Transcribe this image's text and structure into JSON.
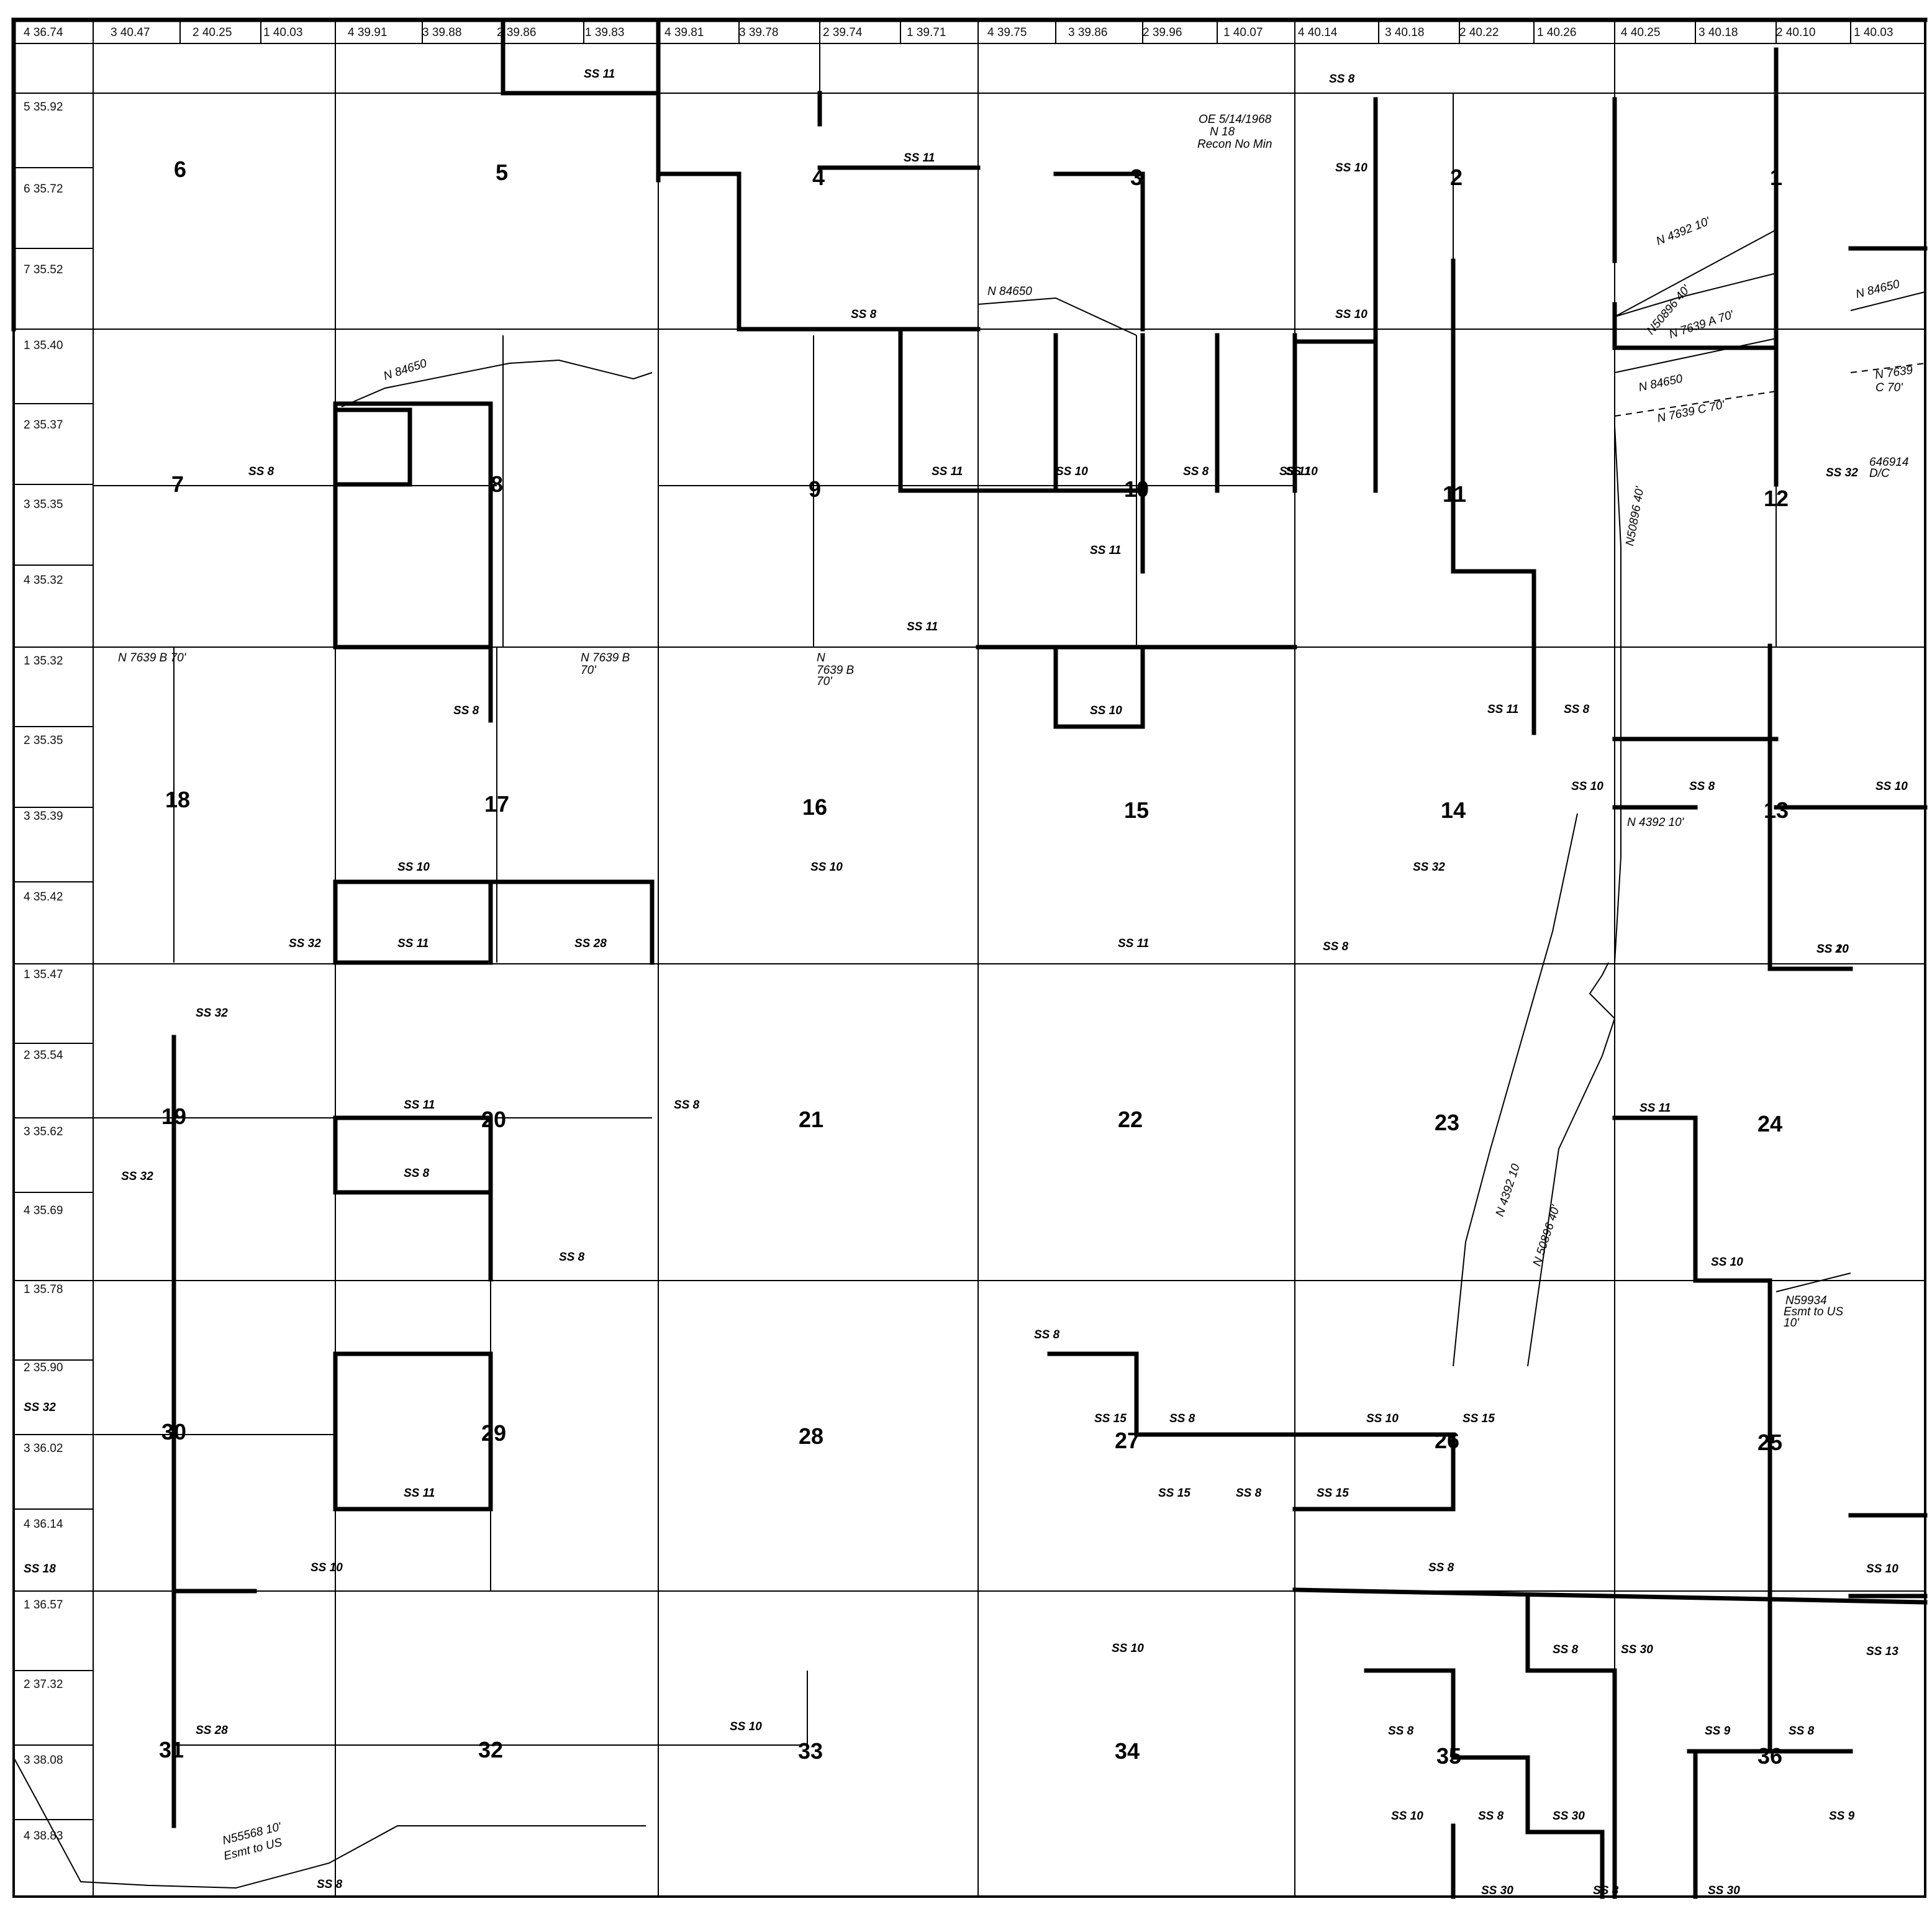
{
  "top_lots": [
    "4 36.74",
    "3 40.47",
    "2 40.25",
    "1 40.03",
    "4 39.91",
    "3 39.88",
    "2 39.86",
    "1 39.83",
    "4 39.81",
    "3 39.78",
    "2 39.74",
    "1 39.71",
    "4 39.75",
    "3 39.86",
    "2 39.96",
    "1 40.07",
    "4 40.14",
    "3 40.18",
    "2 40.22",
    "1 40.26",
    "4 40.25",
    "3 40.18",
    "2 40.10",
    "1 40.03"
  ],
  "left_lots": [
    "5 35.92",
    "6 35.72",
    "7 35.52",
    "1 35.40",
    "2 35.37",
    "3 35.35",
    "4 35.32",
    "1 35.32",
    "2 35.35",
    "3 35.39",
    "4 35.42",
    "1 35.47",
    "2 35.54",
    "3 35.62",
    "4 35.69",
    "1 35.78",
    "2 35.90",
    "SS 32",
    "3 36.02",
    "4 36.14",
    "SS 18",
    "1 36.57",
    "2 37.32",
    "3 38.08",
    "4 38.83"
  ],
  "sections": [
    "1",
    "2",
    "3",
    "4",
    "5",
    "6",
    "7",
    "8",
    "9",
    "10",
    "11",
    "12",
    "13",
    "14",
    "15",
    "16",
    "17",
    "18",
    "19",
    "20",
    "21",
    "22",
    "23",
    "24",
    "25",
    "26",
    "27",
    "28",
    "29",
    "30",
    "31",
    "32",
    "33",
    "34",
    "35",
    "36"
  ],
  "ss_labels": [
    "SS 11",
    "SS 8",
    "SS 11",
    "SS 10",
    "SS 8",
    "SS 10",
    "SS 8",
    "SS 11",
    "SS 10",
    "SS 8",
    "SS 10",
    "SS 11",
    "SS 11",
    "SS 32",
    "SS 11",
    "SS 8",
    "SS 10",
    "SS 11",
    "SS 8",
    "SS 10",
    "SS 8",
    "SS 10",
    "SS 32",
    "SS 20",
    "SS 10",
    "SS 10",
    "SS 32",
    "SS 11",
    "SS 28",
    "SS 11",
    "SS 8",
    "SS 10",
    "SS 32",
    "SS 8",
    "SS 11",
    "SS 8",
    "SS 32",
    "SS 11",
    "SS 8",
    "SS 10",
    "SS 8",
    "SS 15",
    "SS 8",
    "SS 10",
    "SS 15",
    "SS 11",
    "SS 10",
    "SS 15",
    "SS 8",
    "SS 15",
    "SS 8",
    "SS 10",
    "SS 10",
    "SS 8",
    "SS 30",
    "SS 13",
    "SS 28",
    "SS 10",
    "SS 8",
    "SS 9",
    "SS 8",
    "SS 10",
    "SS 8",
    "SS 30",
    "SS 9",
    "SS 30",
    "SS 8",
    "SS 30",
    "SS 8"
  ],
  "annotations": {
    "oe_line1": "OE 5/14/1968",
    "oe_line2": "N 18",
    "oe_line3": "Recon No Min",
    "n84650_a": "N 84650",
    "n84650_b": "N 84650",
    "n84650_c": "N 84650",
    "n84650_d": "N 84650",
    "n4392_a": "N 4392  10'",
    "n4392_b": "N 4392  10'",
    "n4392_c": "N 4392  10",
    "n50896_a": "N50896 40'",
    "n50896_b": "N50896 40'",
    "n50896_c": "N 50896 40'",
    "n7639a": "N 7639  A  70'",
    "n7639c_a": "N 7639  C  70'",
    "n7639c_b1": "N 7639",
    "n7639c_b2": "C 70'",
    "n646914_1": "646914",
    "n646914_2": "D/C",
    "n7639b_a": "N 7639 B 70'",
    "n7639b_b1": "N 7639 B",
    "n7639b_b2": "70'",
    "n7639b_c1": "N",
    "n7639b_c2": "7639 B",
    "n7639b_c3": "70'",
    "n59934_1": "N59934",
    "n59934_2": "Esmt to US",
    "n59934_3": "10'",
    "n55568_1": "N55568 10'",
    "n55568_2": "Esmt to US"
  }
}
